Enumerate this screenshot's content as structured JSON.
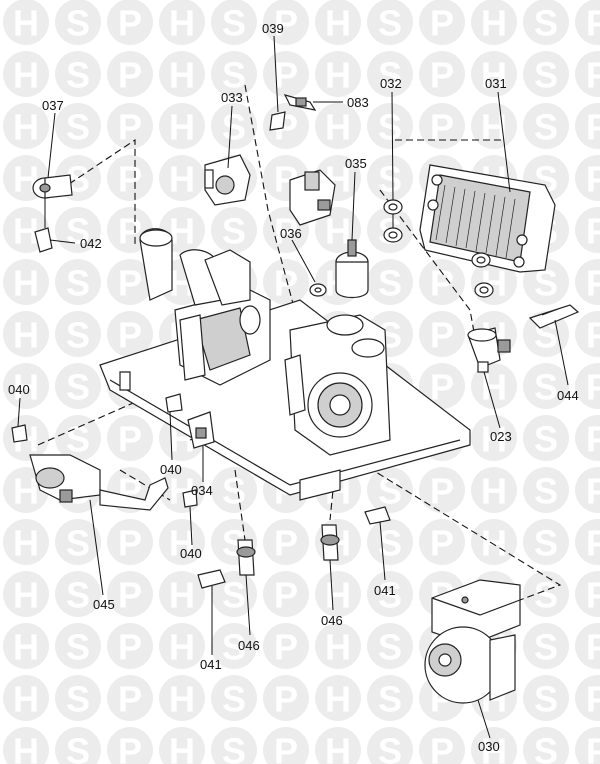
{
  "watermark": {
    "letters": [
      "H",
      "S",
      "P"
    ]
  },
  "labels": {
    "p030": "030",
    "p031": "031",
    "p032": "032",
    "p033": "033",
    "p034": "034",
    "p035": "035",
    "p036": "036",
    "p037": "037",
    "p039": "039",
    "p040a": "040",
    "p040b": "040",
    "p040c": "040",
    "p041a": "041",
    "p041b": "041",
    "p042": "042",
    "p044": "044",
    "p045": "045",
    "p046a": "046",
    "p046b": "046",
    "p083": "083",
    "p023": "023"
  },
  "colors": {
    "watermark_circle": "#ececec",
    "watermark_letter": "#ffffff",
    "line": "#111111"
  }
}
